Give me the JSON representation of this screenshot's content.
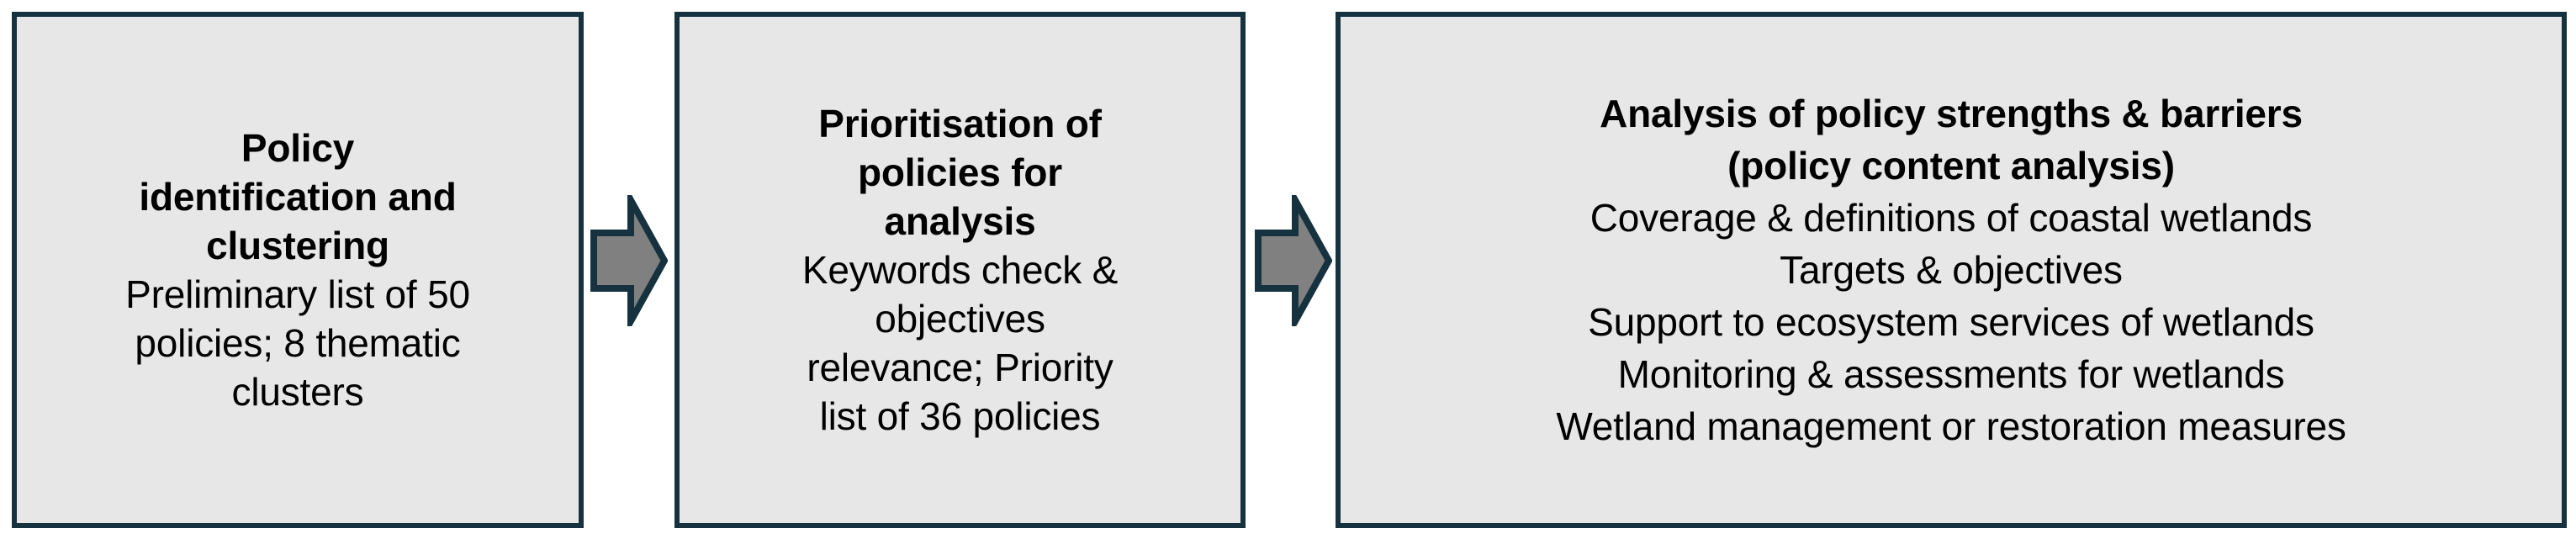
{
  "diagram": {
    "type": "process-flow",
    "orientation": "horizontal",
    "colors": {
      "box_fill": "#E7E7E7",
      "box_border": "#16323F",
      "arrow_fill": "#808080",
      "arrow_border": "#16323F",
      "text": "#000000",
      "background": "#FFFFFF"
    },
    "steps": [
      {
        "id": "step-1",
        "heading": [
          "Policy",
          "identification and",
          "clustering"
        ],
        "body": [
          "Preliminary list of 50",
          "policies; 8 thematic",
          "clusters"
        ]
      },
      {
        "id": "step-2",
        "heading": [
          "Prioritisation of",
          "policies for",
          "analysis"
        ],
        "body": [
          "Keywords check &",
          "objectives",
          "relevance; Priority",
          "list of 36 policies"
        ]
      },
      {
        "id": "step-3",
        "heading": [
          "Analysis of policy strengths & barriers",
          "(policy content analysis)"
        ],
        "body": [
          "Coverage & definitions of coastal wetlands",
          "Targets & objectives",
          "Support to ecosystem services of wetlands",
          "Monitoring & assessments for wetlands",
          "Wetland management or restoration measures"
        ]
      }
    ],
    "connectors": [
      {
        "id": "arrow-1",
        "icon": "right-block-arrow-icon",
        "from": "step-1",
        "to": "step-2"
      },
      {
        "id": "arrow-2",
        "icon": "right-block-arrow-icon",
        "from": "step-2",
        "to": "step-3"
      }
    ]
  }
}
